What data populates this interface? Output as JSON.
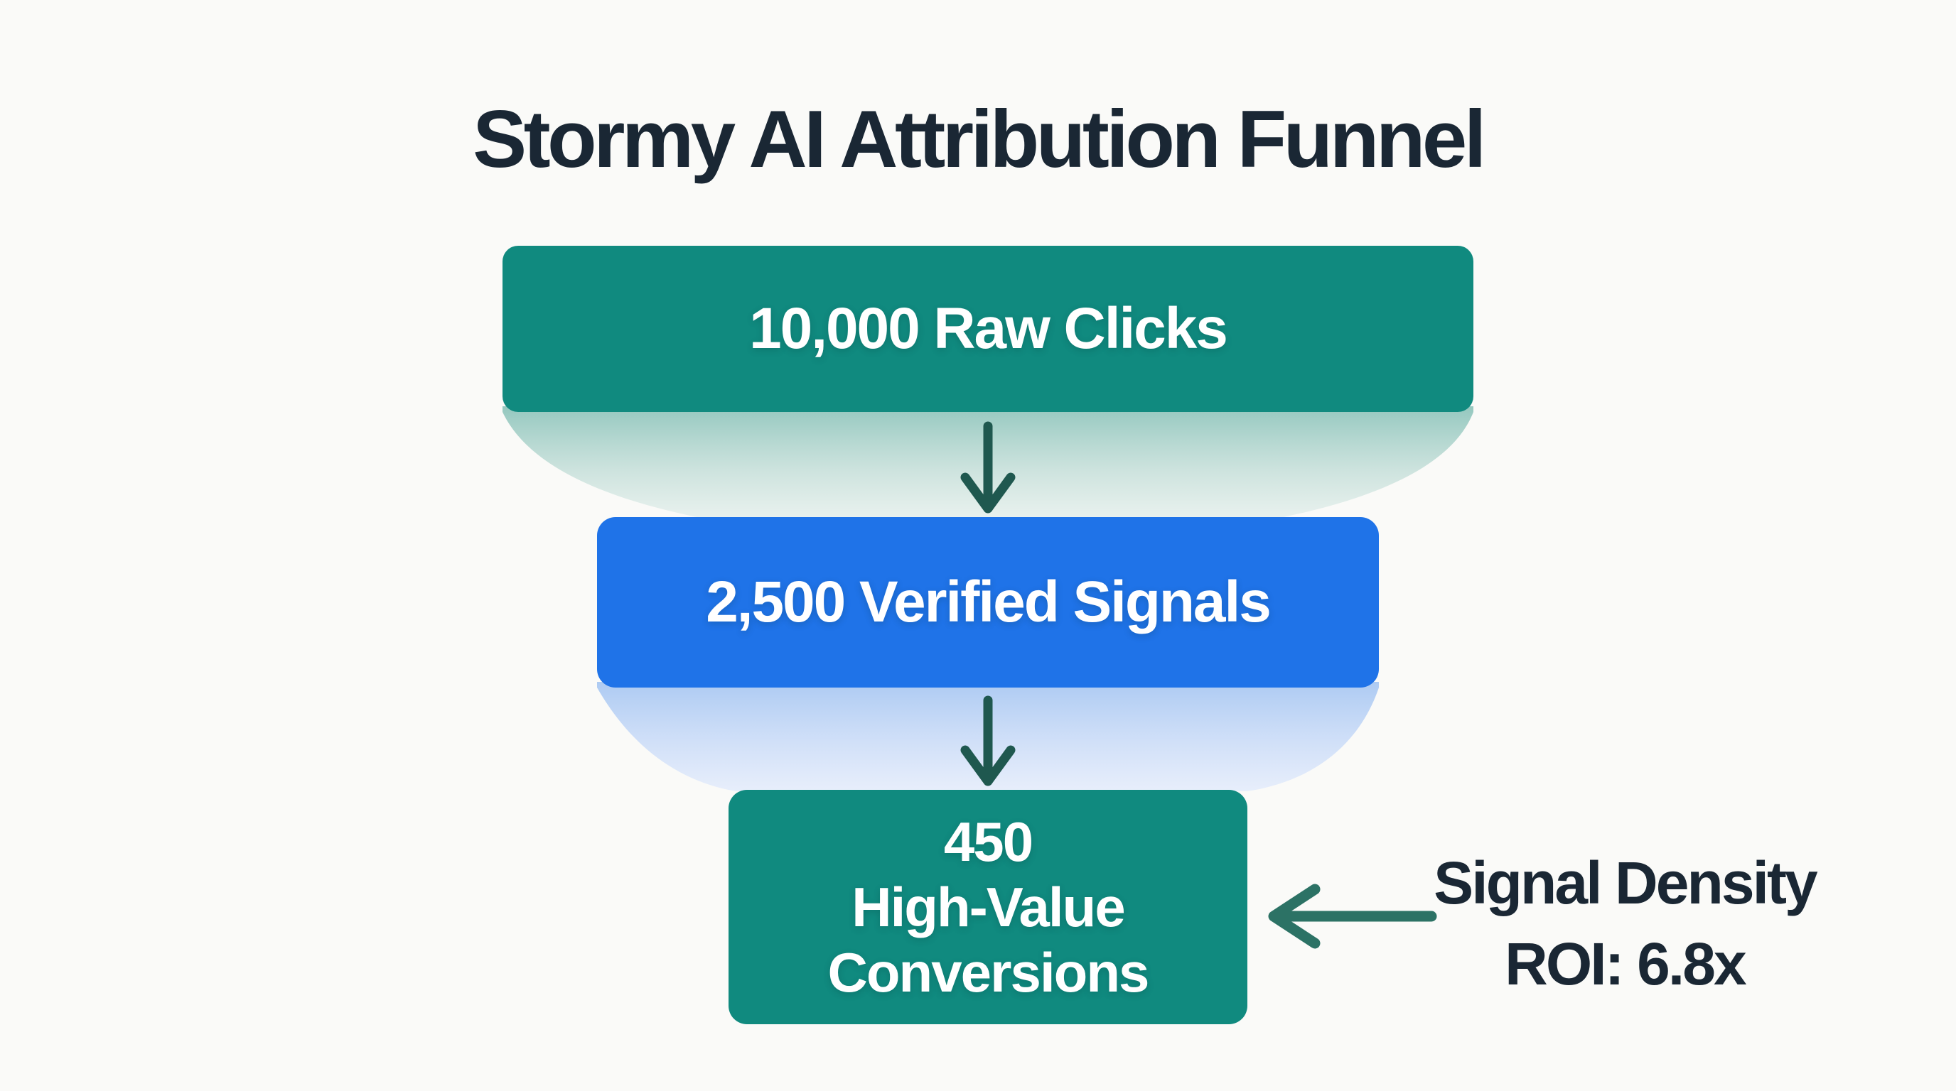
{
  "title": "Stormy AI Attribution Funnel",
  "stages": [
    {
      "name": "raw-clicks",
      "label": "10,000 Raw Clicks",
      "value": 10000
    },
    {
      "name": "verified-signals",
      "label": "2,500 Verified Signals",
      "value": 2500
    },
    {
      "name": "high-value-conversions",
      "label": "450 High-Value Conversions",
      "value": 450,
      "lines": [
        "450",
        "High-Value",
        "Conversions"
      ]
    }
  ],
  "annotation": {
    "line1": "Signal Density",
    "line2": "ROI: 6.8x"
  },
  "colors": {
    "background": "#fafaf8",
    "title_text": "#1a2734",
    "stage_text": "#ffffff",
    "teal": "#108a7f",
    "blue": "#1f73e8",
    "arrow_down": "#1f584f",
    "arrow_left": "#2c7265",
    "teal_fade_top": "#8fc5bc",
    "teal_fade_mid": "#c3ded8",
    "teal_fade_bottom": "#e6f0ed",
    "blue_fade_top": "#a9c8f2",
    "blue_fade_mid": "#c9dbf8",
    "blue_fade_bottom": "#e1eafc"
  },
  "chart_data": {
    "type": "funnel",
    "title": "Stormy AI Attribution Funnel",
    "categories": [
      "Raw Clicks",
      "Verified Signals",
      "High-Value Conversions"
    ],
    "values": [
      10000,
      2500,
      450
    ],
    "annotation": "Signal Density ROI: 6.8x"
  }
}
